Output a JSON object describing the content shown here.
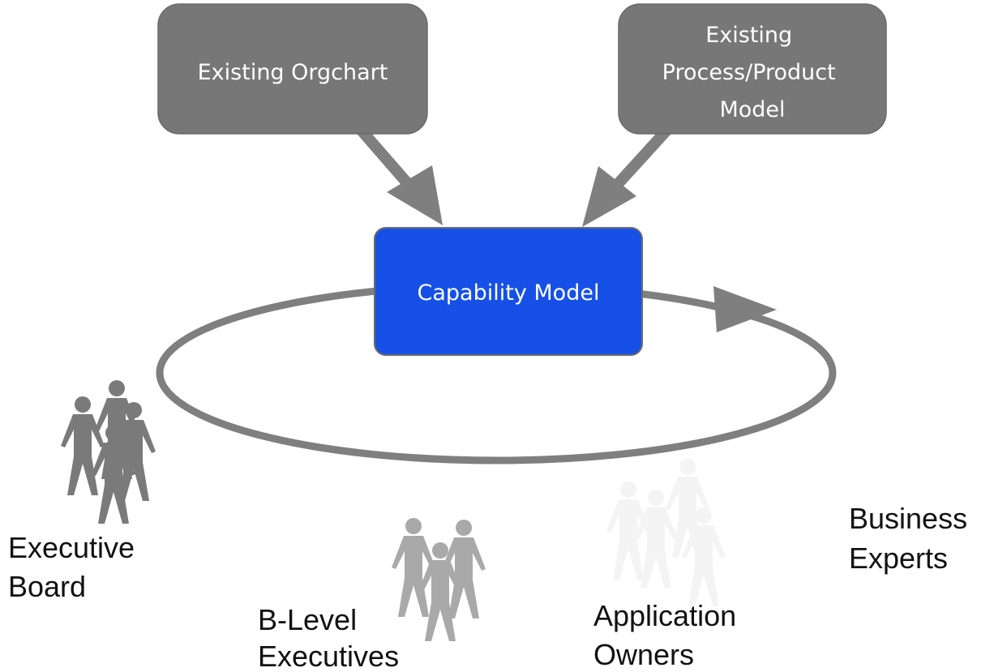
{
  "boxes": {
    "orgchart": {
      "lines": [
        "Existing Orgchart"
      ],
      "color": "#777777"
    },
    "process_product": {
      "lines": [
        "Existing",
        "Process/Product",
        "Model"
      ],
      "color": "#777777"
    },
    "capability": {
      "lines": [
        "Capability Model"
      ],
      "color": "#1650e6"
    }
  },
  "groups": {
    "executive_board": {
      "lines": [
        "Executive",
        "Board"
      ],
      "color": "#7a7a7a"
    },
    "b_level": {
      "lines": [
        "B-Level",
        "Executives"
      ],
      "color": "#a9a9a9"
    },
    "app_owners": {
      "lines": [
        "Application",
        "Owners"
      ],
      "color": "#f4f4f4"
    },
    "business_experts": {
      "lines": [
        "Business",
        "Experts"
      ],
      "color": "#ffffff"
    }
  },
  "connector_color": "#7f7f7f"
}
